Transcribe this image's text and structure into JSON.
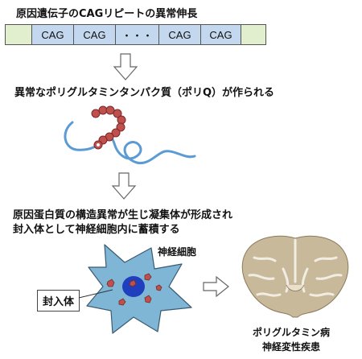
{
  "step1": {
    "title": "原因遺伝子のCAGリピートの異常伸長",
    "gene_segments": [
      {
        "type": "flank",
        "label": ""
      },
      {
        "type": "cag",
        "label": "CAG"
      },
      {
        "type": "cag",
        "label": "CAG"
      },
      {
        "type": "cag",
        "label": "・・・"
      },
      {
        "type": "cag",
        "label": "CAG"
      },
      {
        "type": "cag",
        "label": "CAG"
      },
      {
        "type": "flank",
        "label": ""
      }
    ]
  },
  "step2": {
    "title": "異常なポリグルタミンタンパク質（ポリQ）が作られる"
  },
  "step3": {
    "title_line1": "原因蛋白質の構造異常が生じ凝集体が形成され",
    "title_line2": "封入体として神経細胞内に蓄積する"
  },
  "cell": {
    "neuron_label": "神経細胞",
    "inclusion_label": "封入体"
  },
  "disease": {
    "line1": "ポリグルタミン病",
    "line2": "神経変性疾患"
  },
  "colors": {
    "gene_flank": "#e2efcf",
    "gene_cag": "#c3d8ee",
    "chain": "#5b9bd5",
    "bead": "#c0504d",
    "neuron": "#7fb6d6",
    "nucleus": "#1f3fbf",
    "inclusion": "#c0504d",
    "brain": "#c8b99a"
  }
}
